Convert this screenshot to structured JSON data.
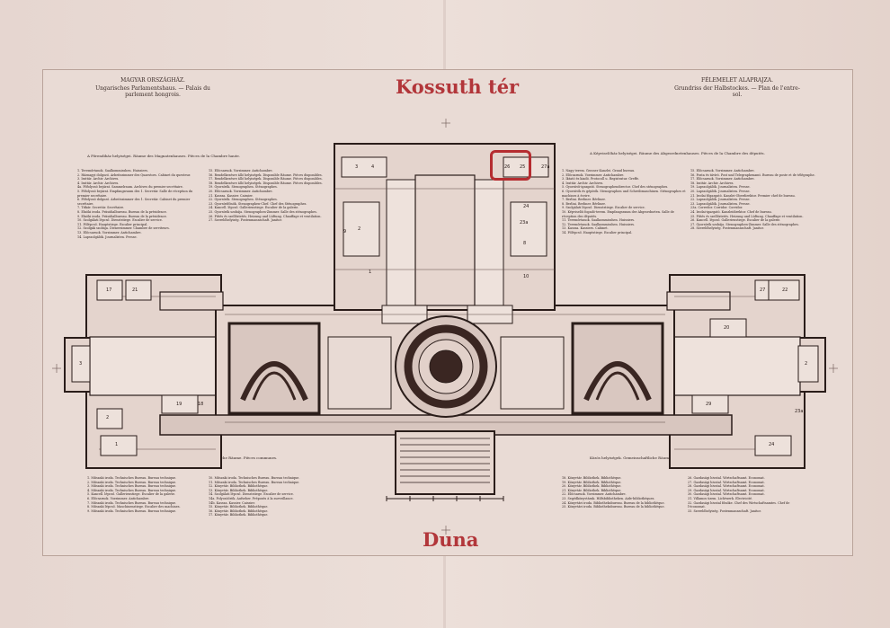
{
  "header": {
    "left_title": "MAGYAR ORSZÁGHÁZ.",
    "left_subtitle": "Ungarisches Parlamentshaus. — Palais du parlement hongrois.",
    "right_title": "FÉLEMELET ALAPRAJZA.",
    "right_subtitle": "Grundriss der Halbstockes. — Plan de l'entre-sol."
  },
  "labels": {
    "north": "Kossuth tér",
    "south": "Duna"
  },
  "section_titles": {
    "upper_left": "A Főrendiház helyiségei. Räume des Magnatenhauses. Pièces de la Chambre haute.",
    "upper_right": "A Képviselőház helyiségei. Räume des Abgeordnetenhauses. Pièces de la Chambre des députés.",
    "lower_left": "Közös helyiségek. Gemeinschaftliche Räume. Pièces communes.",
    "lower_right": "Közös helyiségek. Gemeinschaftliche Räume. Pièces communes."
  },
  "legend": {
    "ul_a": "1. Teremőrtanok. Saalkommisshen. Huissiers.\n2. Háznagyi dolgozó. Arbeitszimmer des Quaestors. Cabinet du questeur.\n3. Irattár. Archiv. Archives.\n4. Irattár. Archiv. Archives.\n4a. Főfolyosó bejárat. Sammelraum. Archives du premier secrétaire.\n5. Főfolyosó bejárat. Empfangsraum des 1. Secretär. Salle de réception du premier secrétaire.\n6. Főfolyosó dolgozó. Arbeitszimmer des 1. Secretär. Cabinet du premier secrétaire.\n7. Titkár. Secretär. Secrétaire.\n8. Elnöki iroda. Präsidialbureau. Bureau de la présidence.\n9. Elnöki iroda. Präsidialbureau. Bureau de la présidence.\n10. Szolgálati lépcső. Dienststiege. Escalier de service.\n11. Főlépcső. Hauptstiege. Escalier principal.\n12. Szolgák szobája. Dienerzimmer. Chambre de serviteurs.\n13. Előcsarnok. Vorzimmer. Antichambre.\n14. Lapszolgálók. Journalisten. Presse.",
    "ul_b": "15. Előcsarnok. Vorzimmer. Antichambre.\n16. Rendelkezésre álló helyiségek. Disponible Räume. Pièces disponibles.\n17. Rendelkezésre álló helyiségek. Disponible Räume. Pièces disponibles.\n18. Rendelkezésre álló helyiségek. Disponible Räume. Pièces disponibles.\n19. Gyorsírók. Stenographen. Sténographes.\n20. Előcsarnok. Vorzimmer. Antichambre.\n21. Kassza. Kassier. Caissier.\n22. Gyorsírók. Stenographen. Sténographes.\n23. Gyorsírófőnök. Stenographen-Chef. Chef des Sténographes.\n24. Kancell. lépcső. Gallerienstiege. Escalier de la galerie.\n25. Gyorsírók szobája. Stenographen-Zimmer. Salle des sténographes.\n26. Fűtés és szellőztetés. Heizung und Lüftung. Chauffage et ventilation.\n27. Szerelőhelyiség. Postenmannschaft. Janitor.",
    "ur_a": "1. Nagy terem. Grosser Kanzlei. Grand bureau.\n2. Előcsarnok. Vorzimmer. Antichambre.\n3. Iktató és kiadó. Protocoll u. Registratur. Greffe.\n4. Irattár. Archiv. Archives.\n5. Gyorsírói-igazgató. Stenographendirector. Chef des sténographes.\n6. Gyorsírók és gépírók. Stenographen und Schreibmaschinen. Sténographes et machines à écrire.\n7. Berlini. Berliner. Bérliner.\n8. Berlini. Berliner. Bérliner.\n9. Szolgálati lépcső. Dienststiege. Escalier de service.\n10. Képviselői fogadó-terem. Empfangsraum der Abgeordneten. Salle de réception des députés.\n11. Teremőrtanok. Saalkommisshen. Huissiers.\n12. Teremőrtanok. Saalkommisshen. Huissiers.\n13. Kassza. Kassiers. Cabinet.\n14. Főlépcső. Hauptstiege. Escalier principal.",
    "ur_b": "15. Előcsarnok. Vorzimmer. Antichambre.\n16. Posta és távíró. Post und Telegraphenamt. Bureau de poste et de télégraphe.\n17. Előcsarnok. Vorzimmer. Antichambre.\n18. Irattár. Archiv. Archives.\n19. Lapszolgálók. Journalisten. Presse.\n20. Lapszolgálók. Journalisten. Presse.\n21. Irodai főgazgató. Kanzlei-Oberdirektor. Premier chef de bureau.\n22. Lapszolgálók. Journalisten. Presse.\n23. Lapszolgálók. Journalisten. Presse.\n23a. Corredor. Corridor. Corridor.\n24. Irodai-igazgató. Kanzleidirektor. Chef de bureau.\n25. Fűtés és szellőztetés. Heizung und Lüftung. Chauffage et ventilation.\n26. Kancell. lépcső. Gallerienstiege. Escalier de la galerie.\n27. Gyorsírók szobája. Stenographen-Zimmer. Salle des sténographes.\n28. Szerelőhelyiség. Postenmannschaft. Janitor.",
    "ll_a": "1. Műszaki iroda. Technisches Bureau. Bureau technique.\n2. Műszaki iroda. Technisches Bureau. Bureau technique.\n3. Műszaki iroda. Technisches Bureau. Bureau technique.\n4. Műszaki iroda. Technisches Bureau. Bureau technique.\n5. Kancell. lépcső. Gallerienstiege. Escalier de la galerie.\n6. Előcsarnok. Vorzimmer. Antichambre.\n7. Műszaki iroda. Technisches Bureau. Bureau technique.\n8. Műszaki lépcső. Maschinenstiege. Escalier des machines.\n9. Műszaki iroda. Technisches Bureau. Bureau technique.",
    "ll_b": "10. Műszaki iroda. Technisches Bureau. Bureau technique.\n11. Műszaki iroda. Technisches Bureau. Bureau technique.\n12. Könyvtár. Bibliothek. Bibliothèque.\n13. Könyvtár. Bibliothek. Bibliothèque.\n14. Szolgálati lépcső. Dienststiege. Escalier de service.\n14a. Folyosóőrök. Aufseher. Préposés à la surveillance.\n14b. Kassza. Kassier. Caissier.\n15. Könyvtár. Bibliothek. Bibliothèque.\n16. Könyvtár. Bibliothek. Bibliothèque.\n17. Könyvtár. Bibliothek. Bibliothèque.",
    "lr_a": "18. Könyvtár. Bibliothek. Bibliothèque.\n19. Könyvtár. Bibliothek. Bibliothèque.\n20. Könyvtár. Bibliothek. Bibliothèque.\n21. Könyvtár. Bibliothek. Bibliothèque.\n22. Előcsarnok. Vorzimmer. Antichambre.\n23. Segédkönyvtárak. Hilfsbibliotheken. Aide-bibliothèques.\n24. Könyvtári iroda. Bibliotheksbureau. Bureau de la bibliothèque.\n25. Könyvtári iroda. Bibliotheksbureau. Bureau de la bibliothèque.",
    "lr_b": "26. Gazdasági hivatal. Wirtschaftsamt. Economat.\n27. Gazdasági hivatal. Wirtschaftsamt. Economat.\n28. Gazdasági hivatal. Wirtschaftsamt. Economat.\n29. Gazdasági hivatal. Wirtschaftsamt. Economat.\n30. Gazdasági hivatal. Wirtschaftsamt. Economat.\n31. Villamos üzem. Lichtwerk. Electricité.\n32. Gazdasági hivatal főnöke. Chef des Wirtschaftsamtes. Chef de l'économat.\n33. Szerelőhelyiség. Postenmannschaft. Janitor."
  },
  "plan": {
    "room_numbers_top": [
      "3",
      "4",
      "2",
      "1",
      "26",
      "25",
      "27a",
      "24",
      "23a",
      "9",
      "8",
      "10"
    ],
    "room_numbers_side_left": [
      "21",
      "3",
      "2",
      "1",
      "19",
      "17",
      "18"
    ],
    "room_numbers_side_right": [
      "20",
      "22",
      "23a",
      "29",
      "24",
      "27",
      "2"
    ]
  },
  "colors": {
    "paper": "#e9dbd5",
    "ink": "#2a1d1a",
    "accent": "#b2363a"
  }
}
